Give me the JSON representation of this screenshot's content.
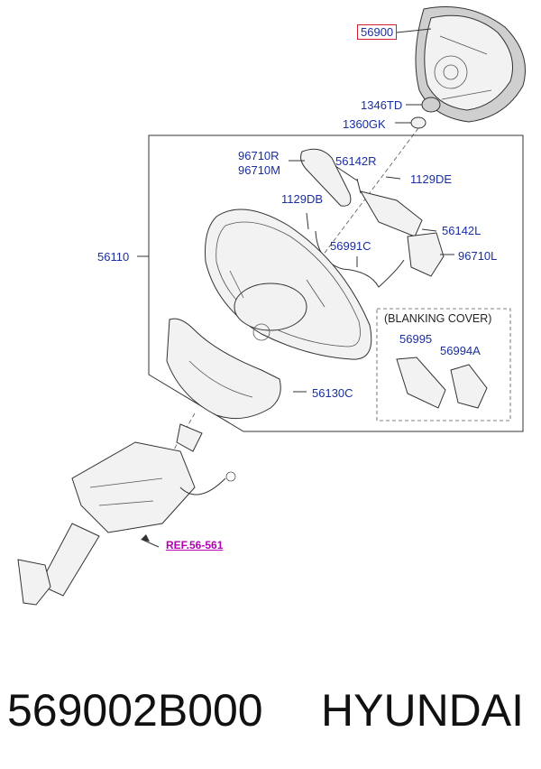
{
  "labels": {
    "p56900": "56900",
    "p1346TD": "1346TD",
    "p1360GK": "1360GK",
    "p96710R": "96710R",
    "p96710M": "96710M",
    "p56142R": "56142R",
    "p1129DE": "1129DE",
    "p1129DB": "1129DB",
    "p56142L": "56142L",
    "p56991C": "56991C",
    "p96710L": "96710L",
    "p56110": "56110",
    "blanking": "(BLANKING COVER)",
    "p56995": "56995",
    "p56994A": "56994A",
    "p56130C": "56130C",
    "ref": "REF.56-561"
  },
  "footer": {
    "part_number": "569002B000",
    "brand": "HYUNDAI"
  },
  "colors": {
    "label": "#1a2ea0",
    "highlight_border": "#d01f2f",
    "ref": "#b000b0"
  }
}
